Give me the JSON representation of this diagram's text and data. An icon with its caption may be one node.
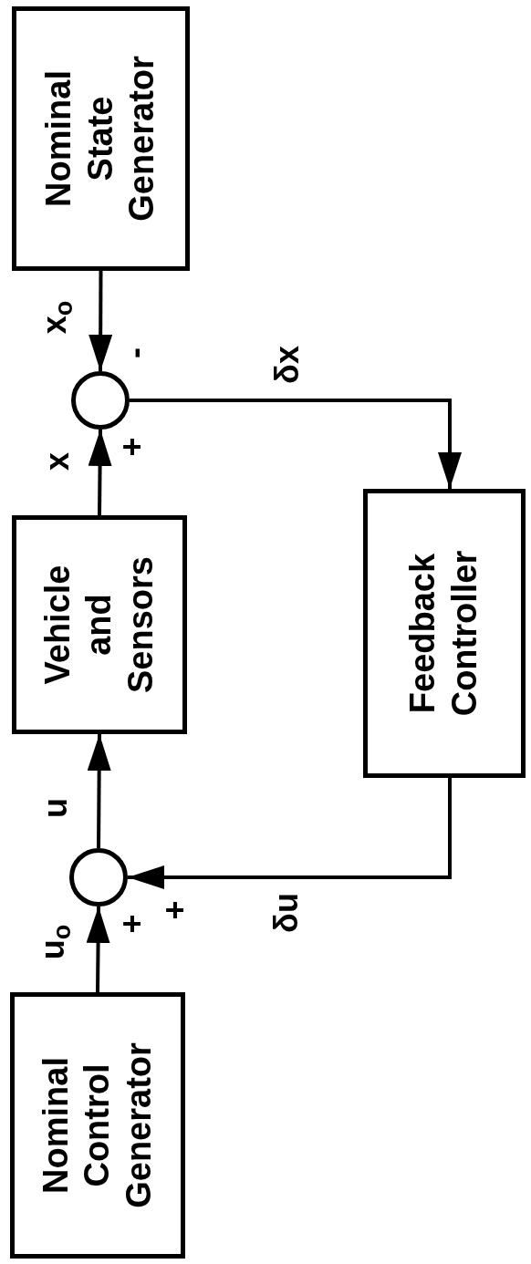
{
  "diagram": {
    "nodes": [
      {
        "text": [
          "Nominal Control Generator"
        ]
      },
      {
        "text": [],
        "shape": "circle"
      },
      {
        "text": [
          "Vehicle and Sensors"
        ]
      },
      {
        "text": [],
        "shape": "circle"
      },
      {
        "text": [
          "Nominal State Generator"
        ]
      },
      {
        "text": [
          "Feedback Controller"
        ]
      }
    ],
    "edges": [
      {
        "from": 0,
        "to": 3,
        "arrow": "to",
        "label": "u$_{o}$"
      },
      {
        "from": 3,
        "to": 2,
        "arrow": "to",
        "label": "u"
      },
      {
        "from": 2,
        "to": 1,
        "arrow": "to",
        "label": "x"
      },
      {
        "from": 4,
        "to": 1,
        "arrow": "to",
        "label": "x$_{o}$"
      },
      {
        "from": 1,
        "to": 5,
        "arrow": "to",
        "label": "δx"
      },
      {
        "from": 5,
        "to": 3,
        "arrow": "to",
        "label": "δu"
      }
    ],
    "labels": [
      "+",
      "+",
      "+",
      "-"
    ]
  }
}
